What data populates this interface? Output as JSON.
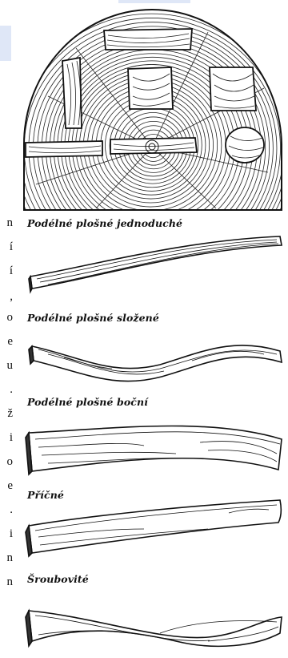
{
  "captions": {
    "c1": "Podélné plošné jednoduché",
    "c2": "Podélné plošné složené",
    "c3": "Podélné plošné boční",
    "c4": "Příčné",
    "c5": "Šroubovité"
  },
  "left_fragments": [
    "n",
    "í",
    "í",
    ",",
    "o",
    "e",
    "u",
    ".",
    "ž",
    "i",
    "o",
    "e",
    ".",
    "i",
    "n",
    "n"
  ]
}
